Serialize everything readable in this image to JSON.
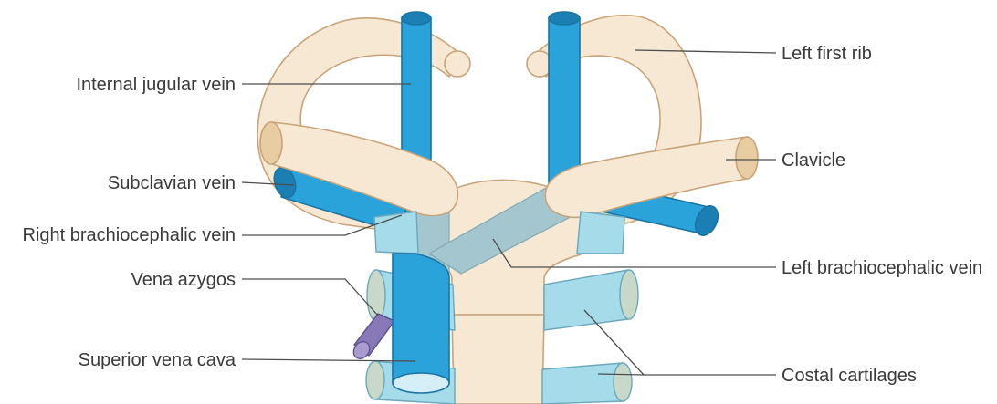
{
  "labels": {
    "internal_jugular_vein": "Internal jugular vein",
    "subclavian_vein": "Subclavian vein",
    "right_brachiocephalic_vein": "Right brachiocephalic vein",
    "vena_azygos": "Vena azygos",
    "superior_vena_cava": "Superior vena cava",
    "left_first_rib": "Left first rib",
    "clavicle": "Clavicle",
    "left_brachiocephalic_vein": "Left brachiocephalic vein",
    "costal_cartilages": "Costal cartilages"
  },
  "colors": {
    "vein": "#2aa3db",
    "vein_outline": "#1a74a3",
    "vein_seen_through_bone": "#a4c7cf",
    "bone": "#f7e8d3",
    "bone_outline": "#c8a47a",
    "cartilage": "#a6dbea",
    "cartilage_outline": "#6aa8bd",
    "azygos": "#8878b8",
    "leader_line": "#4d4d4d",
    "label_text": "#3a3a3a"
  }
}
